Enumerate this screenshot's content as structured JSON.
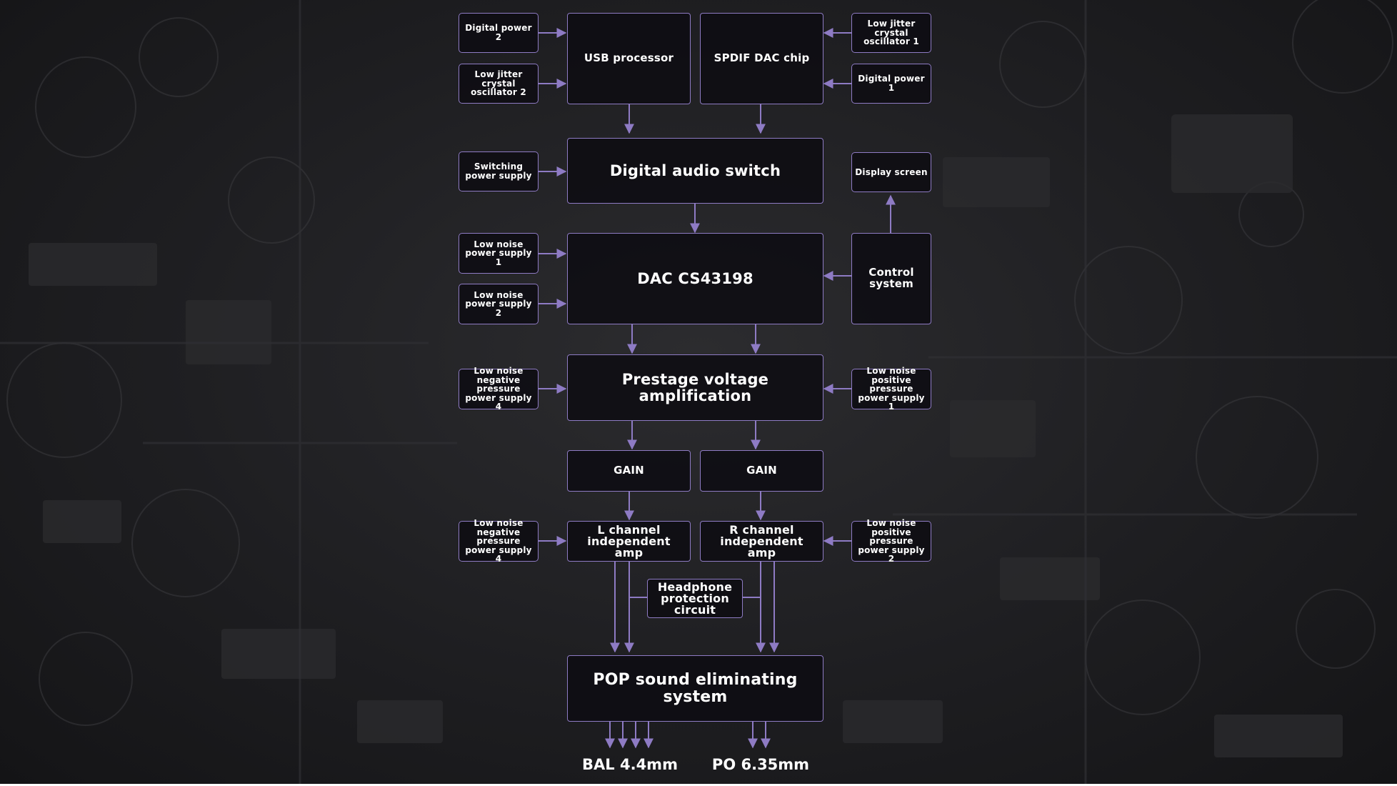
{
  "diagram": {
    "sources_top_left": {
      "digital_power_2": "Digital power 2",
      "osc_2": "Low jitter crystal oscillator 2"
    },
    "sources_top_right": {
      "osc_1": "Low jitter crystal oscillator 1",
      "digital_power_1": "Digital power 1"
    },
    "usb_processor": "USB processor",
    "spdif_dac_chip": "SPDIF DAC chip",
    "switching_power_supply": "Switching power supply",
    "digital_audio_switch": "Digital audio switch",
    "display_screen": "Display screen",
    "low_noise_supply_1": "Low noise power supply 1",
    "low_noise_supply_2": "Low noise power supply 2",
    "dac": "DAC CS43198",
    "control_system": "Control system",
    "negative_supply_4_top": "Low noise negative pressure power supply 4",
    "prestage": "Prestage voltage amplification",
    "positive_supply_1": "Low noise positive pressure power supply 1",
    "gain_left": "GAIN",
    "gain_right": "GAIN",
    "negative_supply_4_bottom": "Low noise negative pressure power supply 4",
    "l_channel_amp": "L channel independent amp",
    "r_channel_amp": "R channel independent amp",
    "positive_supply_2": "Low noise positive pressure power supply 2",
    "headphone_protection": "Headphone protection circuit",
    "pop_system": "POP sound eliminating system",
    "output_bal": "BAL 4.4mm",
    "output_po": "PO 6.35mm"
  },
  "colors": {
    "accent": "#8e7bc4",
    "text": "#ffffff",
    "background": "#1c1c1e"
  }
}
